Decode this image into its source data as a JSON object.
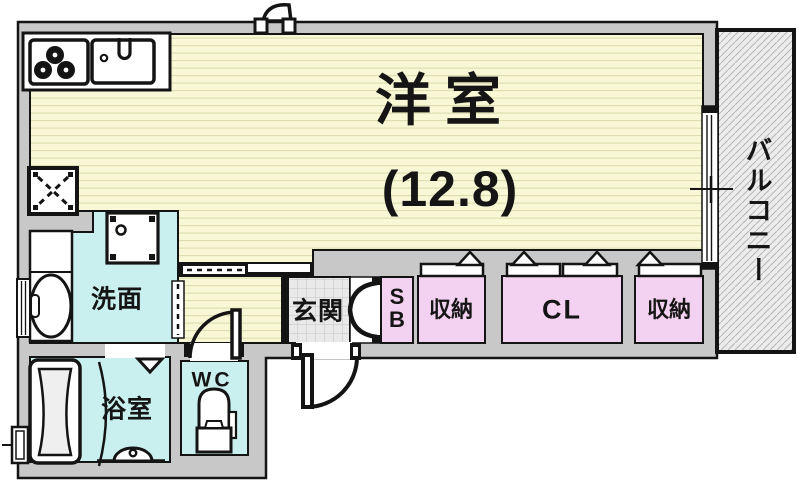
{
  "rooms": {
    "main_room": {
      "label": "洋室",
      "size": "(12.8)"
    },
    "balcony": {
      "label": "バルコニー"
    },
    "washroom": {
      "label": "洗面"
    },
    "bathroom": {
      "label": "浴室"
    },
    "toilet": {
      "label": "WC"
    },
    "entrance": {
      "label": "玄関"
    },
    "shoe_box": {
      "label": "SB"
    },
    "storage_left": {
      "label": "収納"
    },
    "closet": {
      "label": "CL"
    },
    "storage_right": {
      "label": "収納"
    }
  },
  "colors": {
    "wall_gray": "#c8c8c8",
    "floor_yellow": "#f8f8d6",
    "water_cyan": "#c9f0ef",
    "closet_pink": "#f3d1f0",
    "tile_gray": "#e9e9e9",
    "line_black": "#141414"
  },
  "icons": [
    "stove-icon",
    "sink-icon",
    "washer-pan-icon",
    "washing-machine-icon",
    "washbasin-icon",
    "bathtub-icon",
    "toilet-icon",
    "bath-drain-icon",
    "vent-icon",
    "window-icon",
    "door-swing-icon",
    "folding-door-icon",
    "sliding-door-icon"
  ]
}
